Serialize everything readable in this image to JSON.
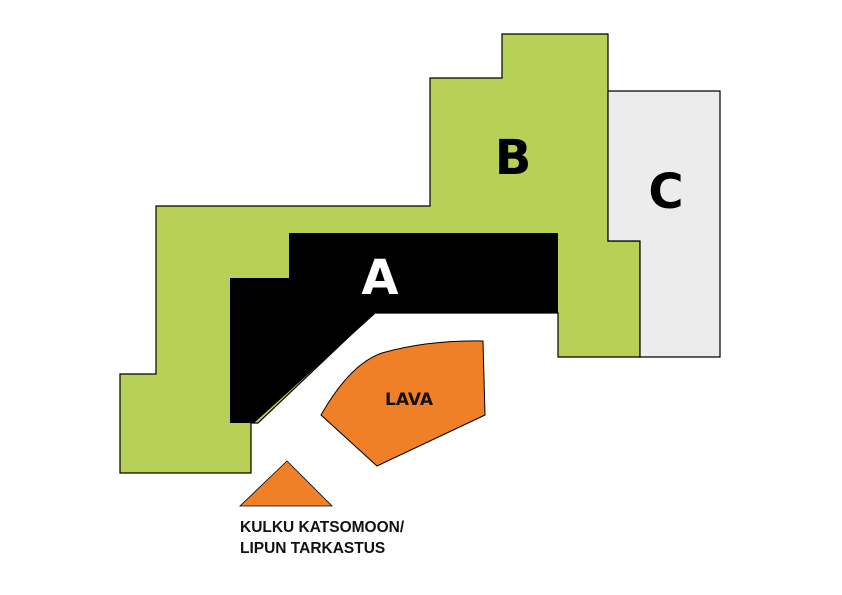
{
  "sections": {
    "a": {
      "label": "A",
      "color": "#000000",
      "text_color": "#ffffff"
    },
    "b": {
      "label": "B",
      "color": "#b8d055",
      "text_color": "#000000"
    },
    "c": {
      "label": "C",
      "color": "#ececec",
      "text_color": "#000000"
    }
  },
  "stage": {
    "label": "LAVA",
    "color": "#ef8028"
  },
  "entrance": {
    "line1": "KULKU KATSOMOON/",
    "line2": "LIPUN TARKASTUS",
    "color": "#ef8028"
  }
}
